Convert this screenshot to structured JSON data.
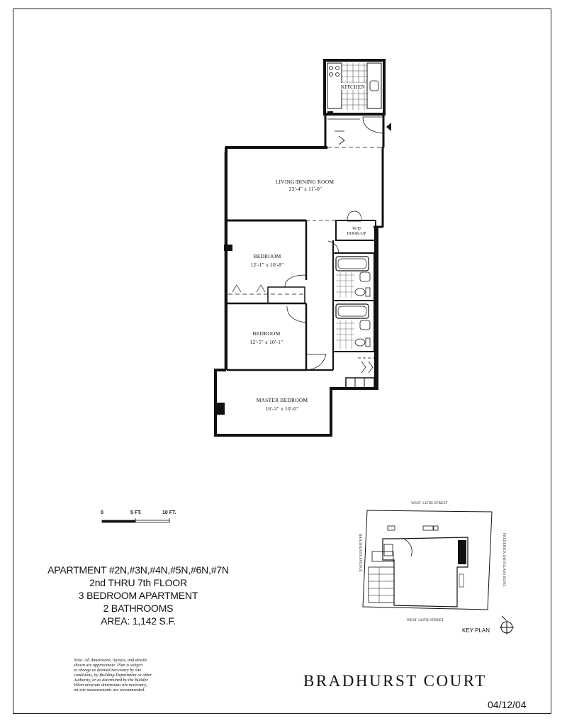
{
  "rooms": {
    "kitchen": "KITCHEN",
    "living_dining": "LIVING/DINING ROOM",
    "living_dining_dims": "23'-4\" x 11'-0\"",
    "wd_line1": "W/D",
    "wd_line2": "HOOK-UP",
    "bedroom1": "BEDROOM",
    "bedroom1_dims": "12'-1\" x 10'-8\"",
    "bedroom2": "BEDROOM",
    "bedroom2_dims": "12'-5\" x 10'-1\"",
    "master_bedroom": "MASTER BEDROOM",
    "master_bedroom_dims": "16'-3\" x 10'-0\""
  },
  "scale": {
    "zero": "0",
    "five": "5 FT.",
    "ten": "10 FT."
  },
  "apartment": {
    "units": "APARTMENT #2N,#3N,#4N,#5N,#6N,#7N",
    "floors": "2nd THRU 7th FLOOR",
    "type": "3 BEDROOM APARTMENT",
    "baths": "2  BATHROOMS",
    "area": "AREA: 1,142 S.F."
  },
  "note_lines": [
    "Note: All dimensions, layouts, and details",
    "shown are approximate. Plan is subject",
    "to change as deemed necessary by site",
    "conditions, by Building Department or other",
    "Authority, or as determined by the Builder.",
    "When accurate dimensions are necessary,",
    "on-site measurements are recommended."
  ],
  "key_plan": {
    "label": "KEY PLAN",
    "street_north": "WEST 145TH STREET",
    "street_south": "WEST 144TH STREET",
    "street_west": "BRADHURST AVENUE",
    "street_east": "FREDERICK DOUGLASS BLVD."
  },
  "brand": "BRADHURST COURT",
  "date": "04/12/04"
}
